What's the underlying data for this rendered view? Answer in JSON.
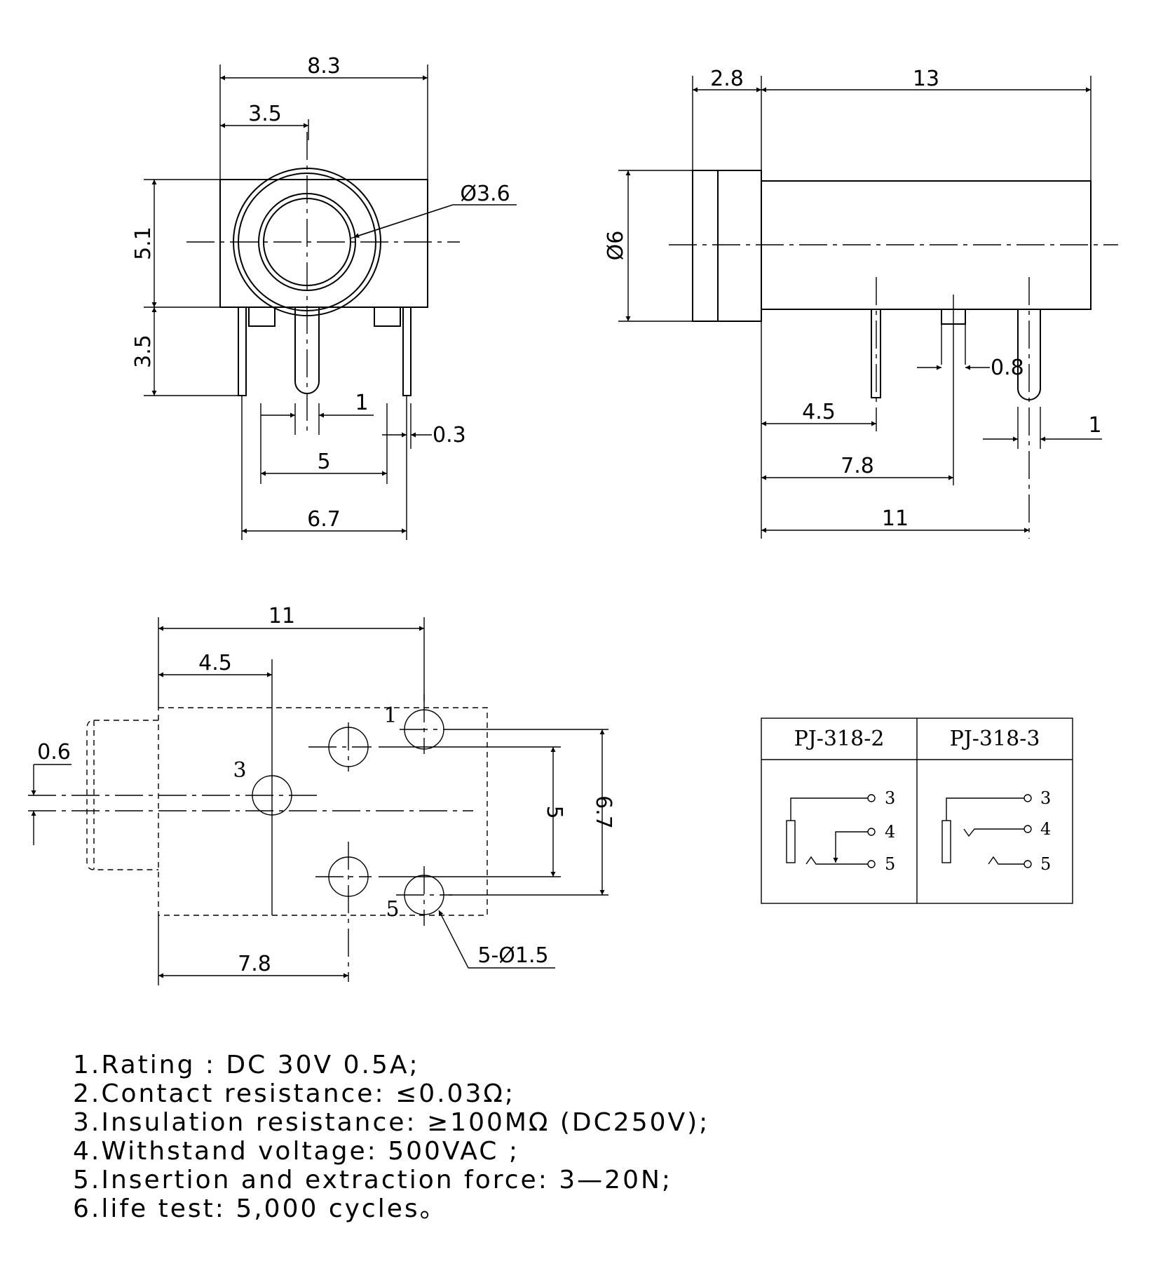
{
  "front_view": {
    "dims": {
      "width_top": "8.3",
      "offset_top": "3.5",
      "hole_dia": "Ø3.6",
      "height": "5.1",
      "pin_len": "3.5",
      "pin_width": "1",
      "pin_thick": "0.3",
      "pin_span_inner": "5",
      "pin_span_outer": "6.7"
    }
  },
  "side_view": {
    "dims": {
      "collar": "2.8",
      "body_len": "13",
      "dia": "Ø6",
      "pin_pos_1": "4.5",
      "pin_pos_2": "7.8",
      "pin_pos_3": "11",
      "pin_width_a": "0.8",
      "pin_width_b": "1"
    }
  },
  "bottom_view": {
    "dims": {
      "span_11": "11",
      "span_45": "4.5",
      "offset": "0.6",
      "span_5": "5",
      "span_67": "6.7",
      "span_78": "7.8",
      "holes": "5-Ø1.5"
    },
    "pins": {
      "p1": "1",
      "p3": "3",
      "p5": "5"
    }
  },
  "schematic": {
    "columns": [
      "PJ-318-2",
      "PJ-318-3"
    ],
    "pins": [
      "3",
      "4",
      "5"
    ]
  },
  "notes": [
    "1.Rating : DC 30V 0.5A;",
    "2.Contact resistance: ≤0.03Ω;",
    "3.Insulation resistance: ≥100MΩ (DC250V);",
    "4.Withstand voltage: 500VAC ;",
    "5.Insertion and extraction force: 3—20N;",
    "6.life test: 5,000 cycles。"
  ]
}
